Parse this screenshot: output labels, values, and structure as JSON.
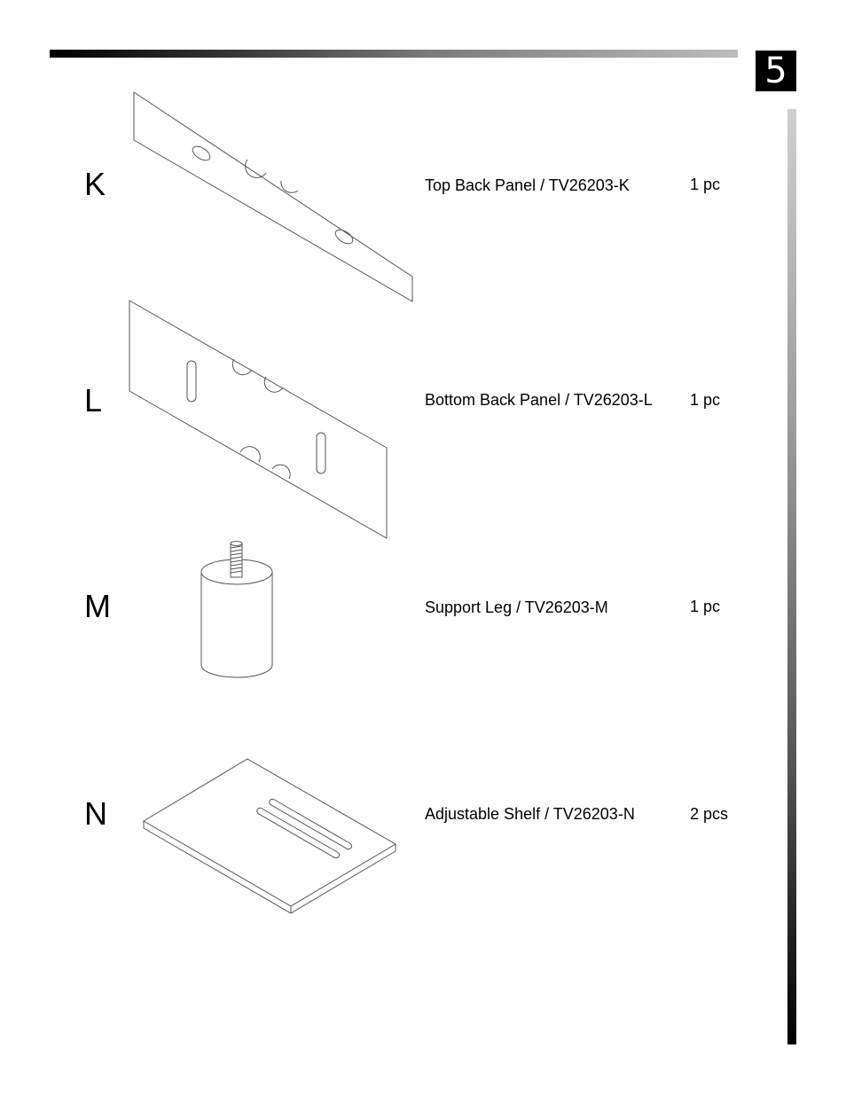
{
  "page_number": "5",
  "parts": [
    {
      "letter": "K",
      "description": "Top Back Panel / TV26203-K",
      "quantity": "1 pc"
    },
    {
      "letter": "L",
      "description": "Bottom Back Panel / TV26203-L",
      "quantity": "1 pc"
    },
    {
      "letter": "M",
      "description": "Support Leg / TV26203-M",
      "quantity": "1 pc"
    },
    {
      "letter": "N",
      "description": "Adjustable Shelf / TV26203-N",
      "quantity": "2 pcs"
    }
  ]
}
